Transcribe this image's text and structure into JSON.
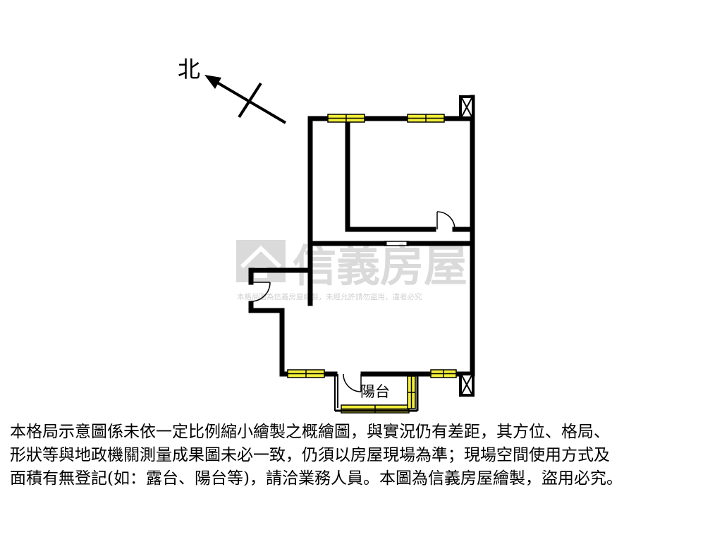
{
  "compass": {
    "north_label": "北"
  },
  "rooms": {
    "balcony_label": "陽台"
  },
  "watermark": {
    "brand_name": "信義房屋",
    "notice": "本格局圖為信義房屋繪製，未經允許請勿盜用，違者必究"
  },
  "disclaimer": {
    "lines": [
      "本格局示意圖係未依一定比例縮小繪製之概繪圖，與實況仍有差距，其方位、格局、",
      "形狀等與地政機關測量成果圖未必一致，仍須以房屋現場為準；現場空間使用方式及",
      "面積有無登記(如：露台、陽台等)，請洽業務人員。本圖為信義房屋繪製，盜用必究。"
    ]
  },
  "colors": {
    "wall": "#000000",
    "window": "#f2ee3a",
    "watermark": "#c4c4c4",
    "background": "#ffffff"
  }
}
